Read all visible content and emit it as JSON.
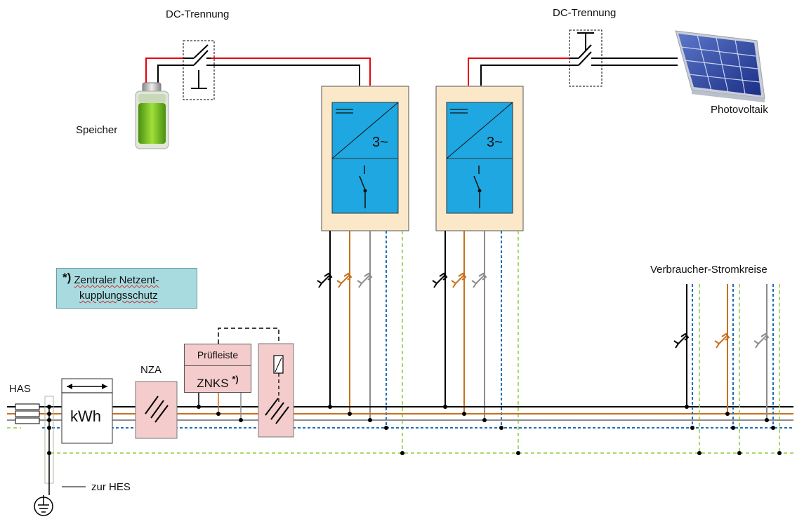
{
  "labels": {
    "dc_disconnect_left": "DC-Trennung",
    "dc_disconnect_right": "DC-Trennung",
    "storage": "Speicher",
    "photovoltaic": "Photovoltaik",
    "consumer_circuits": "Verbraucher-Stromkreise",
    "has": "HAS",
    "meter": "kWh",
    "nza": "NZA",
    "test_strip": "Prüfleiste",
    "znks": "ZNKS",
    "znks_marker": "*)",
    "to_hes": "zur HES",
    "inverter_left_ac": "3~",
    "inverter_right_ac": "3~"
  },
  "note": {
    "marker": "*)",
    "line1": "Zentraler Netzent-",
    "line2": "kupplungsschutz"
  },
  "colors": {
    "dc_positive": "#e8000b",
    "phase_black": "#000000",
    "phase_orange": "#c8701c",
    "phase_grey": "#8c8c8c",
    "neutral_blue": "#1f6fb8",
    "pe_green": "#8dcc3a",
    "inverter_body": "#fbe8c8",
    "inverter_panel": "#1ea7e0",
    "note_box": "#a7dbe0",
    "protection_box": "#f4cccc"
  },
  "icons": [
    "battery-icon",
    "solar-panel-icon",
    "earth-ground-icon",
    "fuse-icon",
    "breaker-icon"
  ]
}
